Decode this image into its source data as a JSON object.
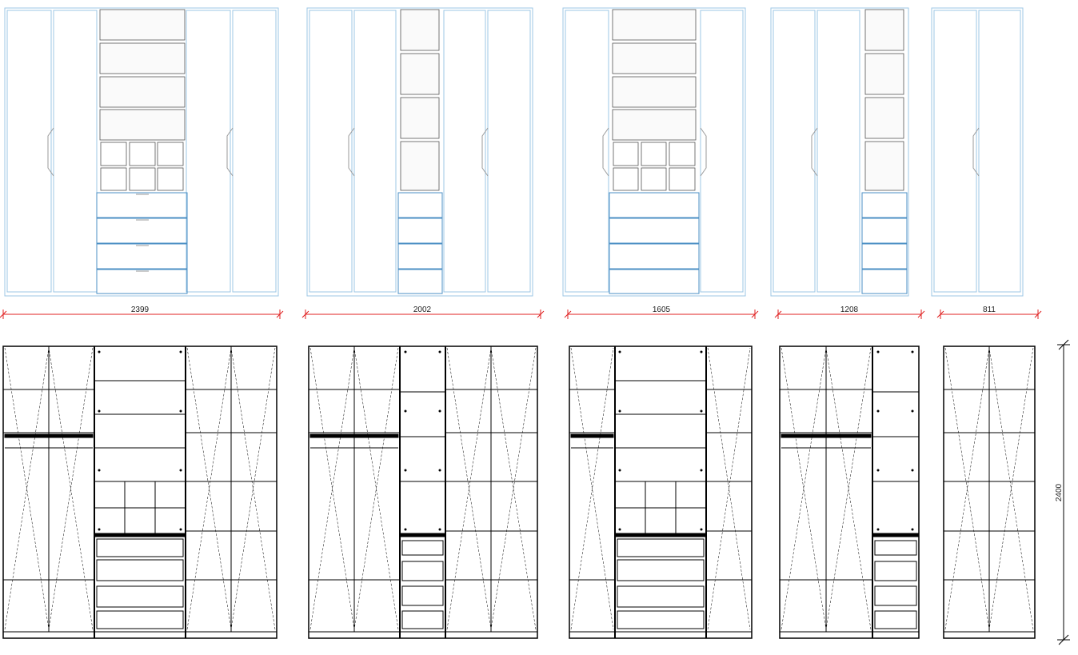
{
  "drawing": {
    "units": [
      {
        "id": "unit-2399",
        "width_label": "2399",
        "front_type": "4-door-center-open-drawers-4"
      },
      {
        "id": "unit-2002",
        "width_label": "2002",
        "front_type": "4-door-narrow-center-drawers-4"
      },
      {
        "id": "unit-1605",
        "width_label": "1605",
        "front_type": "2-door-center-open-drawers-4"
      },
      {
        "id": "unit-1208",
        "width_label": "1208",
        "front_type": "2-door-narrow-center-drawers-4"
      },
      {
        "id": "unit-811",
        "width_label": "811",
        "front_type": "2-door"
      }
    ],
    "height_label": "2400",
    "colors": {
      "front_stroke": "#9cc7e6",
      "drawer_stroke": "#4b8fc4",
      "shelf_fill": "#e6e6e6",
      "dimension_line": "#e02020",
      "carcass_stroke": "#000000"
    }
  }
}
